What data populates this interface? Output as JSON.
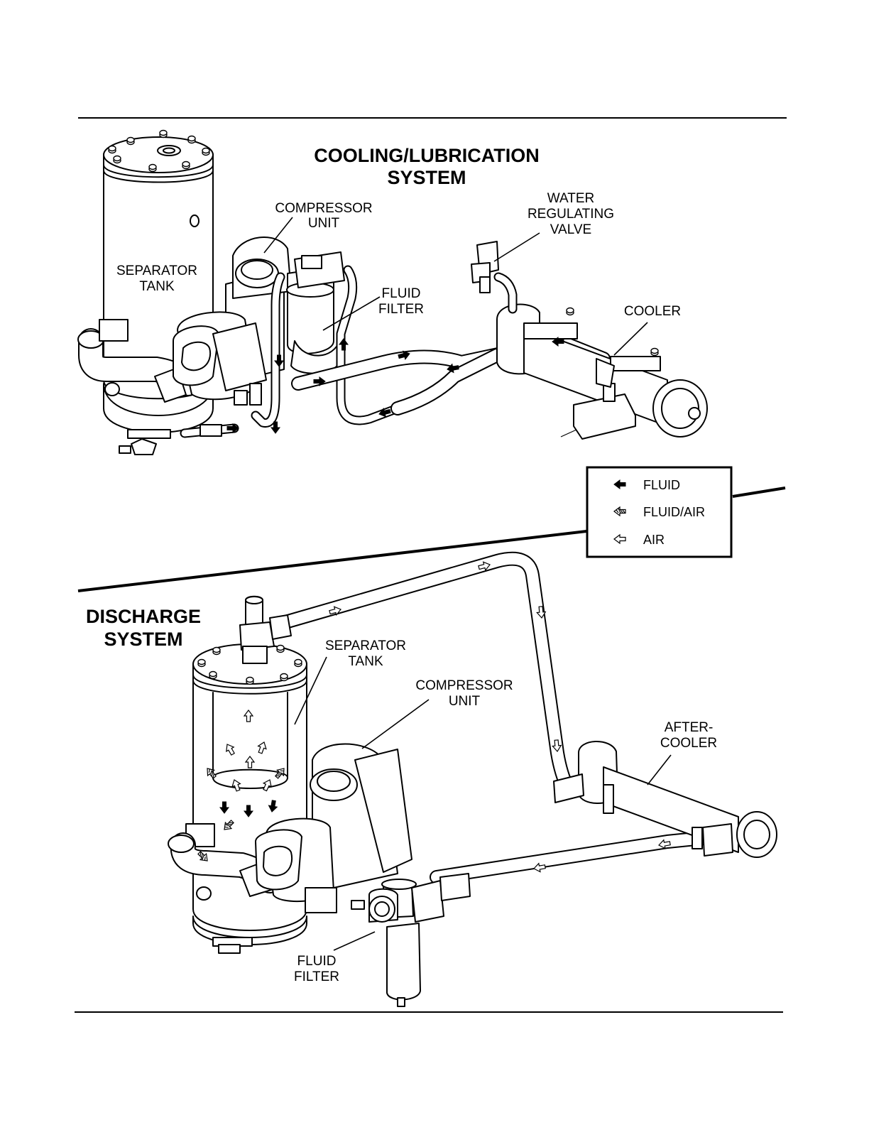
{
  "cooling": {
    "title_line1": "COOLING/LUBRICATION",
    "title_line2": "SYSTEM",
    "labels": {
      "compressor_1": "COMPRESSOR",
      "compressor_2": "UNIT",
      "water_1": "WATER",
      "water_2": "REGULATING",
      "water_3": "VALVE",
      "separator_1": "SEPARATOR",
      "separator_2": "TANK",
      "filter_1": "FLUID",
      "filter_2": "FILTER",
      "cooler": "COOLER"
    }
  },
  "legend": {
    "fluid": "FLUID",
    "fluid_air": "FLUID/AIR",
    "air": "AIR"
  },
  "discharge": {
    "title_line1": "DISCHARGE",
    "title_line2": "SYSTEM",
    "labels": {
      "separator_1": "SEPARATOR",
      "separator_2": "TANK",
      "compressor_1": "COMPRESSOR",
      "compressor_2": "UNIT",
      "aftercooler_1": "AFTER-",
      "aftercooler_2": "COOLER",
      "filter_1": "FLUID",
      "filter_2": "FILTER"
    }
  }
}
